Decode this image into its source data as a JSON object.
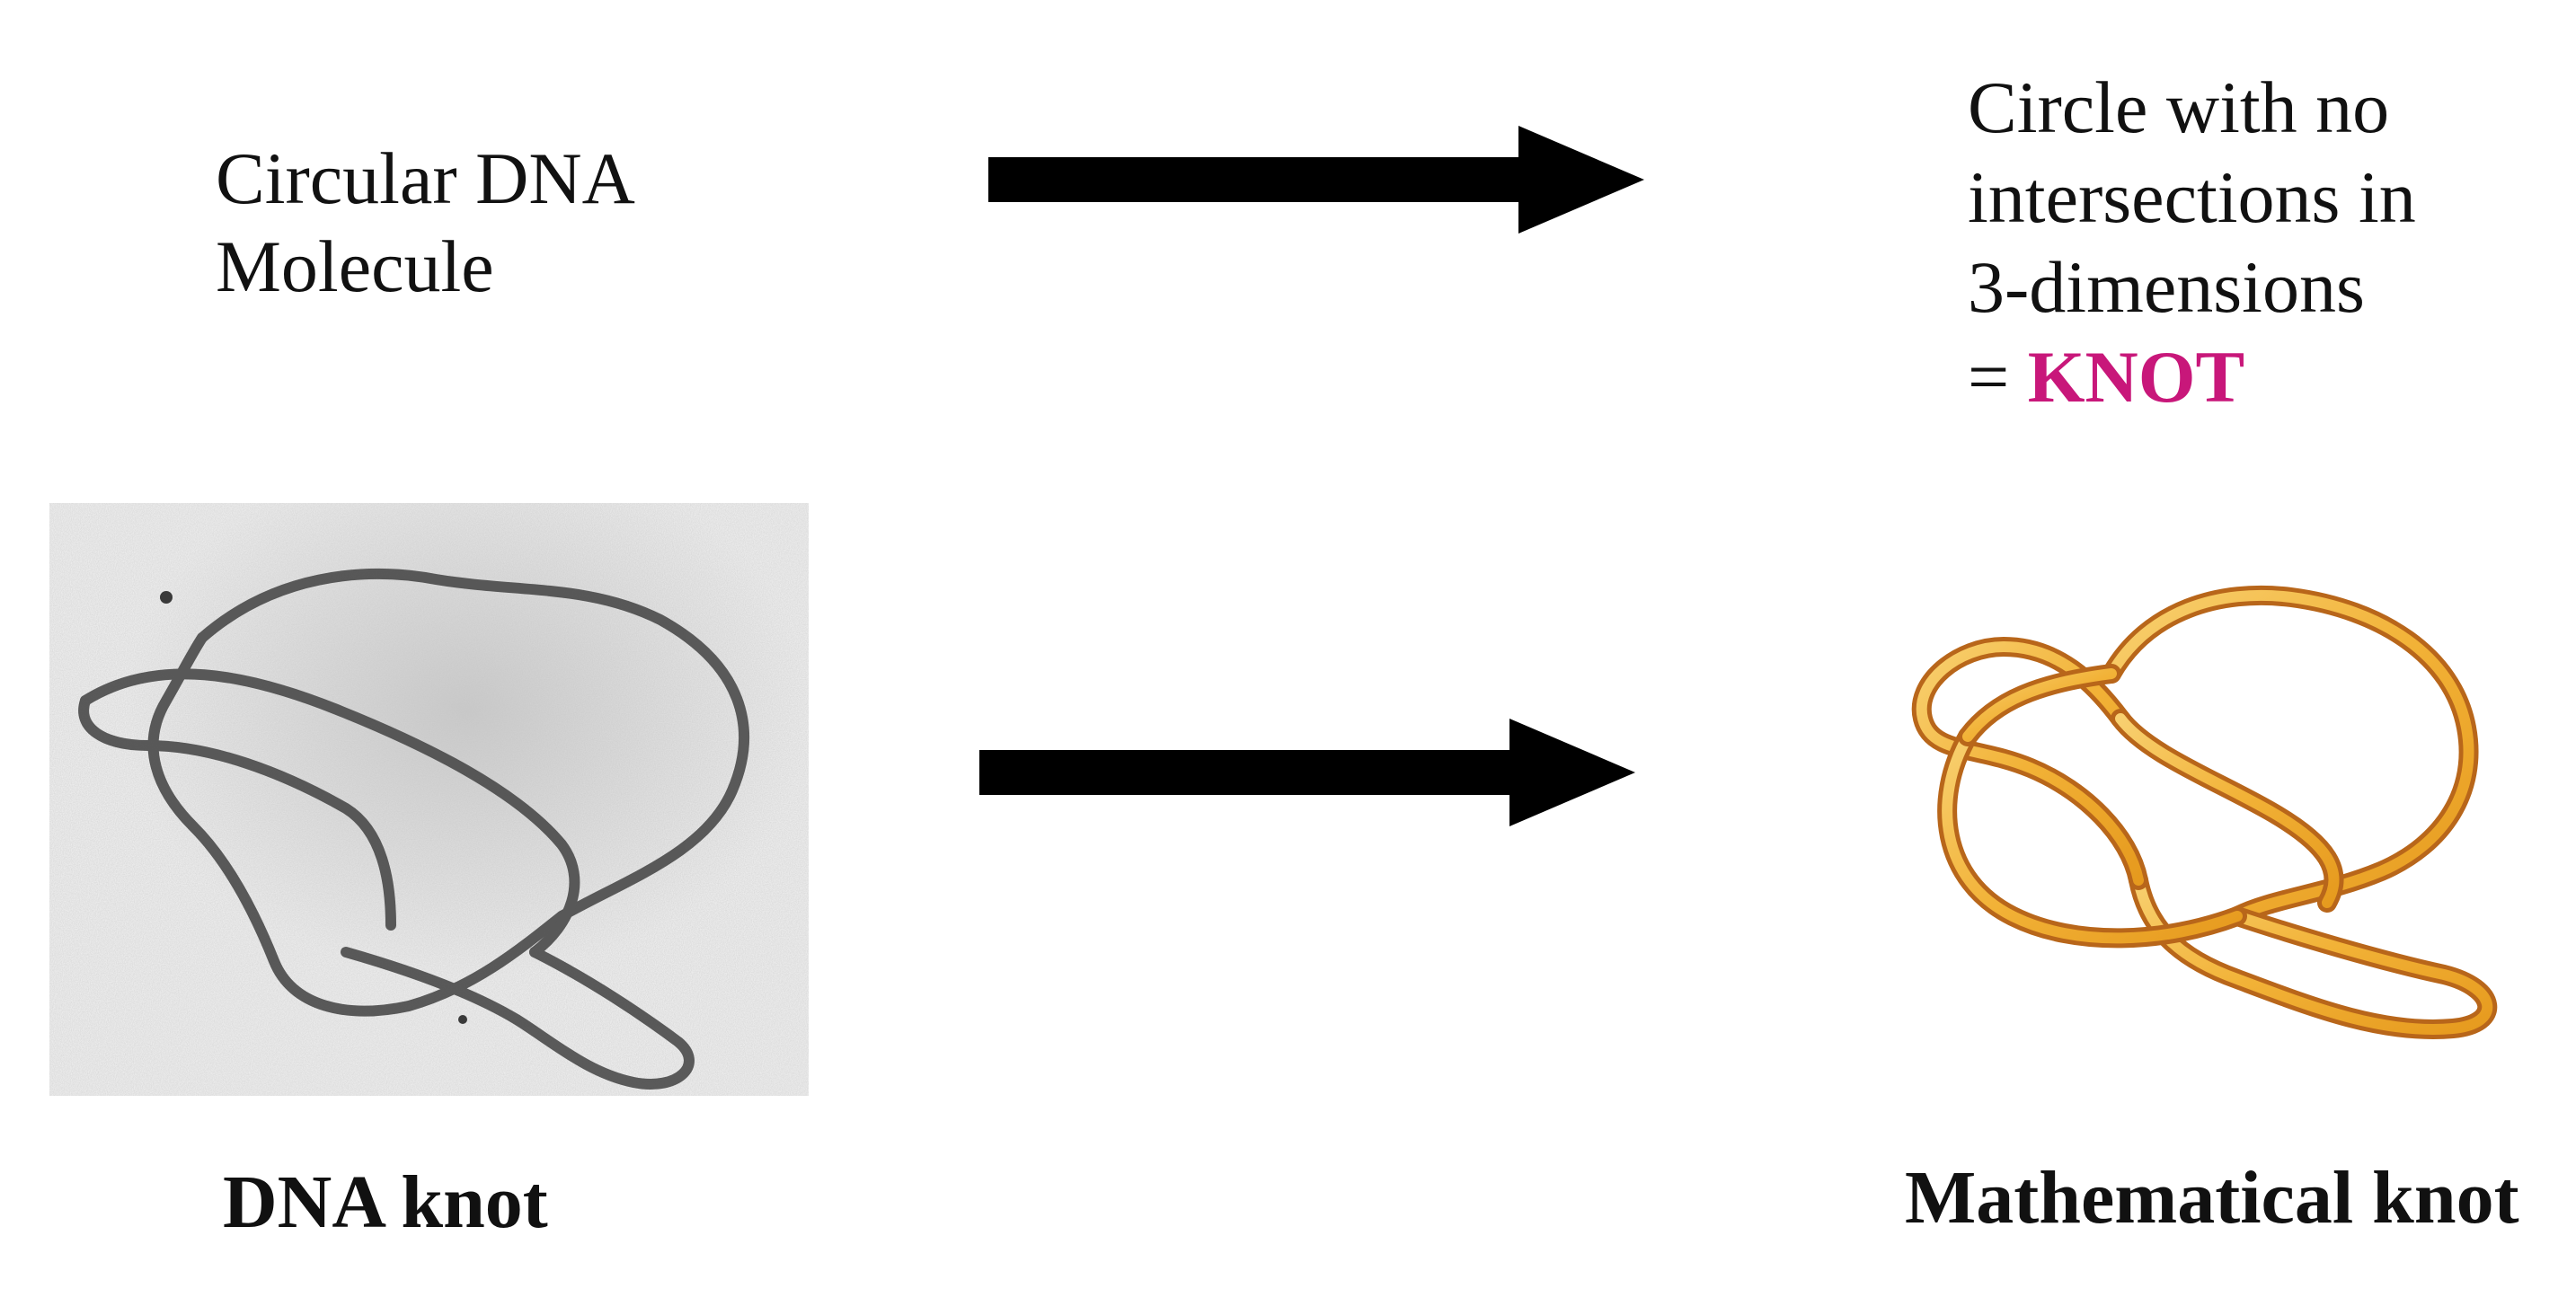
{
  "top_left_label": {
    "line1": "Circular DNA",
    "line2": "Molecule"
  },
  "top_right_label": {
    "line1": "Circle with no",
    "line2": "intersections in",
    "line3": "3-dimensions",
    "equals": "= ",
    "knot": "KNOT"
  },
  "captions": {
    "left": "DNA knot",
    "right": "Mathematical knot"
  },
  "colors": {
    "text": "#111111",
    "knot_highlight": "#c8177a",
    "arrow": "#000000",
    "dna_strand": "#4a4a4a",
    "dna_background": "#e6e6e6",
    "math_knot_outer": "#b8661a",
    "math_knot_inner": "#f6c451"
  },
  "icons": {
    "top_arrow": "right-arrow-icon",
    "bottom_arrow": "right-arrow-icon",
    "dna_image": "dna-knot-micrograph",
    "math_image": "mathematical-knot-illustration"
  }
}
